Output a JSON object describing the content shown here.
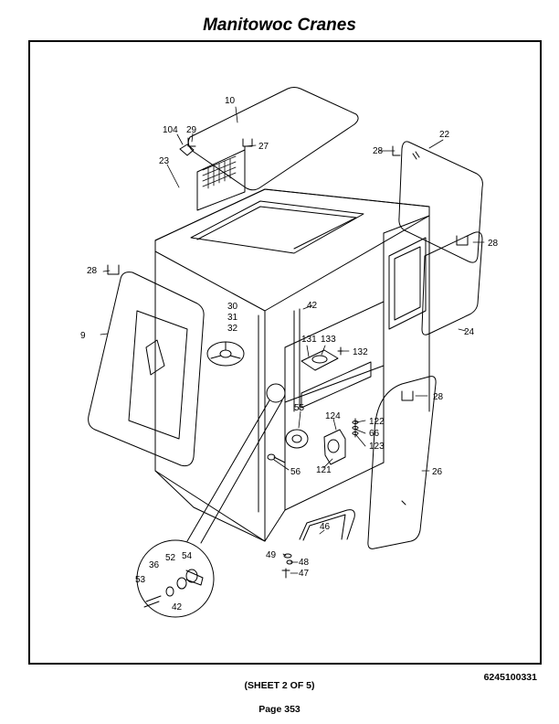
{
  "header": {
    "title": "Manitowoc Cranes"
  },
  "footer": {
    "doc_number": "6245100331",
    "sheet": "(SHEET 2 OF 5)",
    "page": "Page 353"
  },
  "callouts": {
    "c10": "10",
    "c104": "104",
    "c29": "29",
    "c27": "27",
    "c23": "23",
    "c28a": "28",
    "c22": "22",
    "c28b": "28",
    "c28c": "28",
    "c9": "9",
    "c30": "30",
    "c31": "31",
    "c32": "32",
    "c42a": "42",
    "c131": "131",
    "c133": "133",
    "c132": "132",
    "c24": "24",
    "c28d": "28",
    "c55": "55",
    "c124": "124",
    "c122": "122",
    "c66": "66",
    "c123": "123",
    "c56": "56",
    "c121": "121",
    "c26": "26",
    "c46": "46",
    "c49": "49",
    "c48": "48",
    "c47": "47",
    "c36": "36",
    "c52": "52",
    "c54": "54",
    "c53": "53",
    "c42b": "42"
  }
}
